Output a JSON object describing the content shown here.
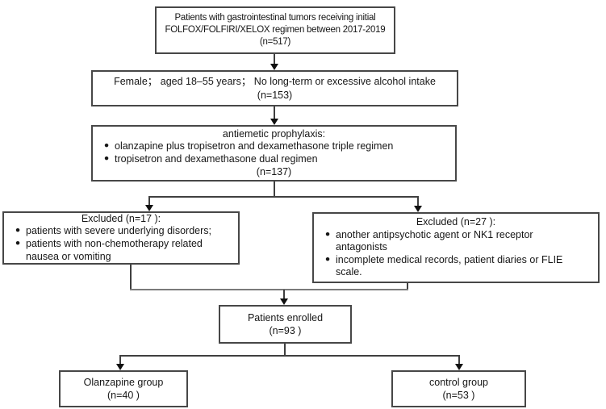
{
  "bullet_char": "●",
  "colors": {
    "box_border": "#474747",
    "connector": "#3f3f3f",
    "merge_line": "#7a7a7a",
    "text": "#161616",
    "background": "#ffffff"
  },
  "nodes": {
    "population": {
      "line1": "Patients with gastrointestinal tumors receiving initial",
      "line2": "FOLFOX/FOLFIRI/XELOX regimen between 2017-2019",
      "n": "(n=517)"
    },
    "inclusion": {
      "line1": "Female； aged 18–55 years； No long-term or excessive alcohol intake",
      "n": "(n=153)"
    },
    "prophylaxis": {
      "title": "antiemetic prophylaxis:",
      "bullets": [
        "olanzapine plus tropisetron and dexamethasone triple regimen",
        "tropisetron and dexamethasone dual regimen"
      ],
      "n": "(n=137)"
    },
    "excluded_left": {
      "title": "Excluded (n=17 ):",
      "bullets": [
        "patients with severe underlying disorders;",
        "patients with non-chemotherapy related nausea or vomiting"
      ]
    },
    "excluded_right": {
      "title": "Excluded (n=27 ):",
      "bullets": [
        "another antipsychotic agent or NK1 receptor antagonists",
        "incomplete medical records, patient diaries or FLIE scale."
      ]
    },
    "enrolled": {
      "line1": "Patients enrolled",
      "n": "(n=93 )"
    },
    "olanzapine": {
      "line1": "Olanzapine group",
      "n": "(n=40 )"
    },
    "control": {
      "line1": "control group",
      "n": "(n=53 )"
    }
  }
}
